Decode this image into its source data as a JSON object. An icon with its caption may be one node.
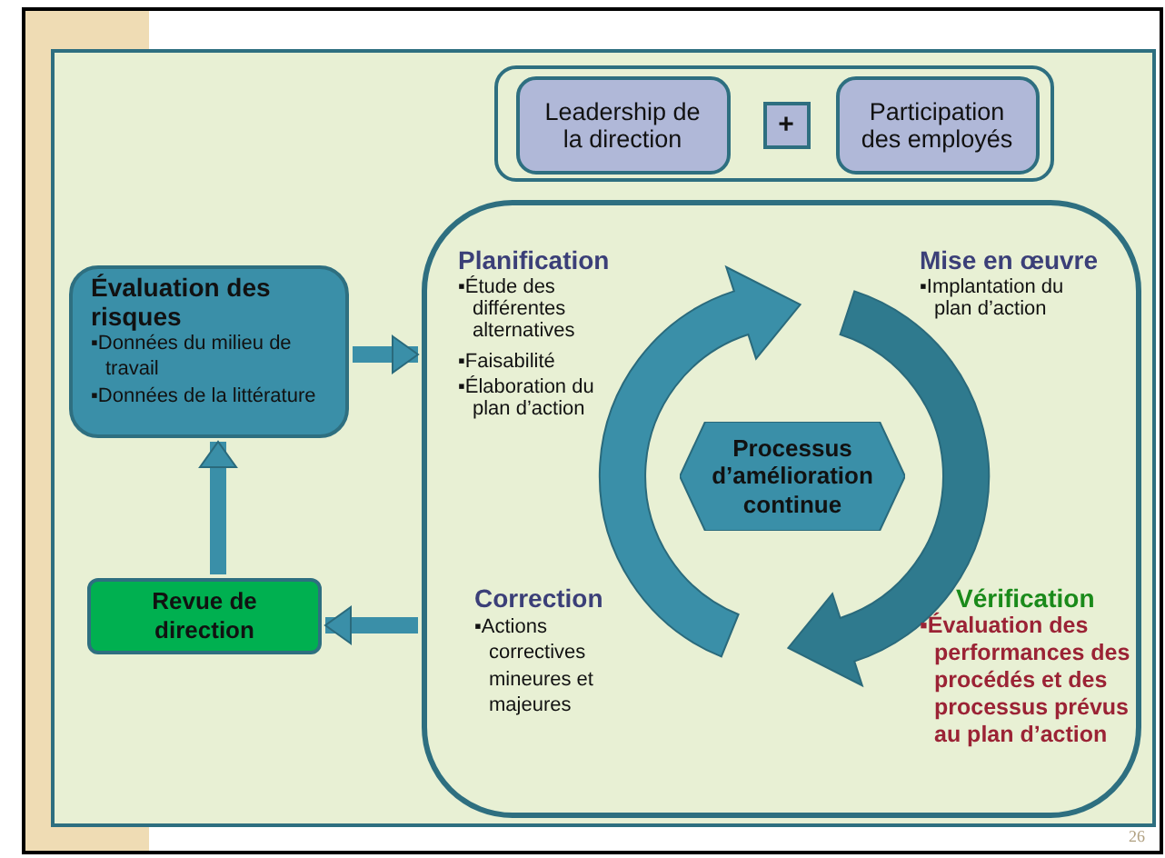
{
  "diagram": {
    "nodes": [
      {
        "text": [],
        "shape": "box"
      },
      {
        "text": [
          "Leadership de la direction"
        ],
        "in": 0
      },
      {
        "text": [
          "+"
        ],
        "in": 0
      },
      {
        "text": [
          "Participation des employés"
        ],
        "in": 0
      },
      {
        "text": [
          "Évaluation des risques",
          "▪Données du milieu de travail",
          "▪Données de la littérature"
        ]
      },
      {
        "text": [
          "Revue de direction"
        ]
      },
      {
        "text": [],
        "shape": "box"
      },
      {
        "text": [
          "Processus d’amélioration continue"
        ],
        "in": 6
      }
    ],
    "edges": [
      {
        "from": 4,
        "to": 6,
        "arrow": "to"
      },
      {
        "from": 5,
        "to": 4,
        "arrow": "to"
      },
      {
        "from": 6,
        "to": 5,
        "arrow": "to"
      }
    ],
    "labels": [
      "Planification",
      "▪Étude des différentes alternatives",
      "▪Faisabilité",
      "▪Élaboration du plan d’action",
      "Mise en œuvre",
      "▪Implantation du plan d’action",
      "Correction",
      "▪Actions correctives mineures et majeures",
      "Vérification",
      "▪Évaluation des performances des procédés et des processus prévus au plan d’action",
      "26"
    ]
  }
}
